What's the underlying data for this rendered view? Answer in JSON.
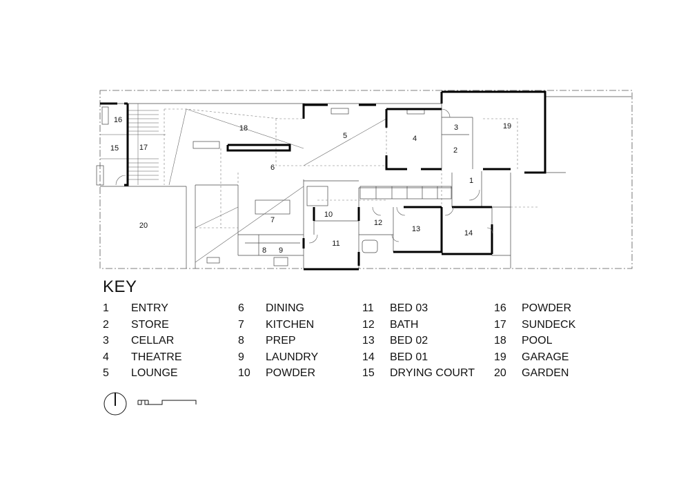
{
  "plan": {
    "room_labels": [
      "1",
      "2",
      "3",
      "4",
      "5",
      "6",
      "7",
      "8",
      "9",
      "10",
      "11",
      "12",
      "13",
      "14",
      "15",
      "16",
      "17",
      "18",
      "19",
      "20"
    ]
  },
  "key": {
    "title": "KEY",
    "columns": [
      [
        {
          "num": "1",
          "name": "ENTRY"
        },
        {
          "num": "2",
          "name": "STORE"
        },
        {
          "num": "3",
          "name": "CELLAR"
        },
        {
          "num": "4",
          "name": "THEATRE"
        },
        {
          "num": "5",
          "name": "LOUNGE"
        }
      ],
      [
        {
          "num": "6",
          "name": "DINING"
        },
        {
          "num": "7",
          "name": "KITCHEN"
        },
        {
          "num": "8",
          "name": "PREP"
        },
        {
          "num": "9",
          "name": "LAUNDRY"
        },
        {
          "num": "10",
          "name": "POWDER"
        }
      ],
      [
        {
          "num": "11",
          "name": "BED 03"
        },
        {
          "num": "12",
          "name": "BATH"
        },
        {
          "num": "13",
          "name": "BED 02"
        },
        {
          "num": "14",
          "name": "BED 01"
        },
        {
          "num": "15",
          "name": "DRYING COURT"
        }
      ],
      [
        {
          "num": "16",
          "name": "POWDER"
        },
        {
          "num": "17",
          "name": "SUNDECK"
        },
        {
          "num": "18",
          "name": "POOL"
        },
        {
          "num": "19",
          "name": "GARAGE"
        },
        {
          "num": "20",
          "name": "GARDEN"
        }
      ]
    ]
  },
  "icons": {
    "north": "north-arrow-icon",
    "scale": "scale-bar-icon"
  }
}
